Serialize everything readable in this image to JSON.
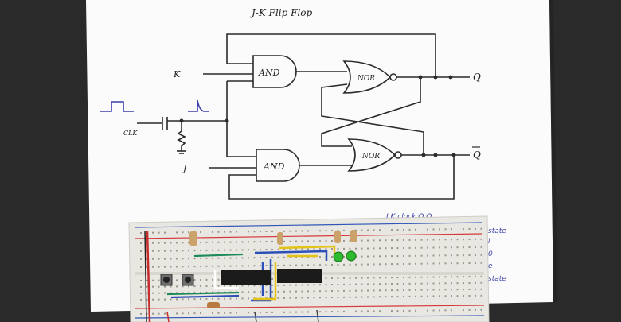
{
  "drawing": {
    "title": "J-K Flip Flop",
    "gates": {
      "and_top": "AND",
      "and_bottom": "AND",
      "nor_top": "NOR",
      "nor_bottom": "NOR"
    },
    "inputs": {
      "k": "K",
      "j": "J",
      "clk": "CLK"
    },
    "outputs": {
      "q": "Q",
      "q_bar": "Q"
    }
  },
  "notes": {
    "header": "J  K  clock  Q  Q",
    "lines": [
      "state",
      "l",
      "0",
      "e",
      "state"
    ]
  },
  "colors": {
    "backdrop": "#2a2a2a",
    "paper": "#fbfbfb",
    "ink": "#2b2b2b",
    "clock_ink": "#3b3fa8",
    "breadboard": "#e9e7e2",
    "rail_red": "#d53a3a",
    "rail_blue": "#2f56b8",
    "led_green": "#2dbb2d",
    "wire_yellow": "#e2c316",
    "wire_blue": "#2d4fb8",
    "wire_green": "#1f8a5a",
    "chip": "#1b1b1b"
  }
}
